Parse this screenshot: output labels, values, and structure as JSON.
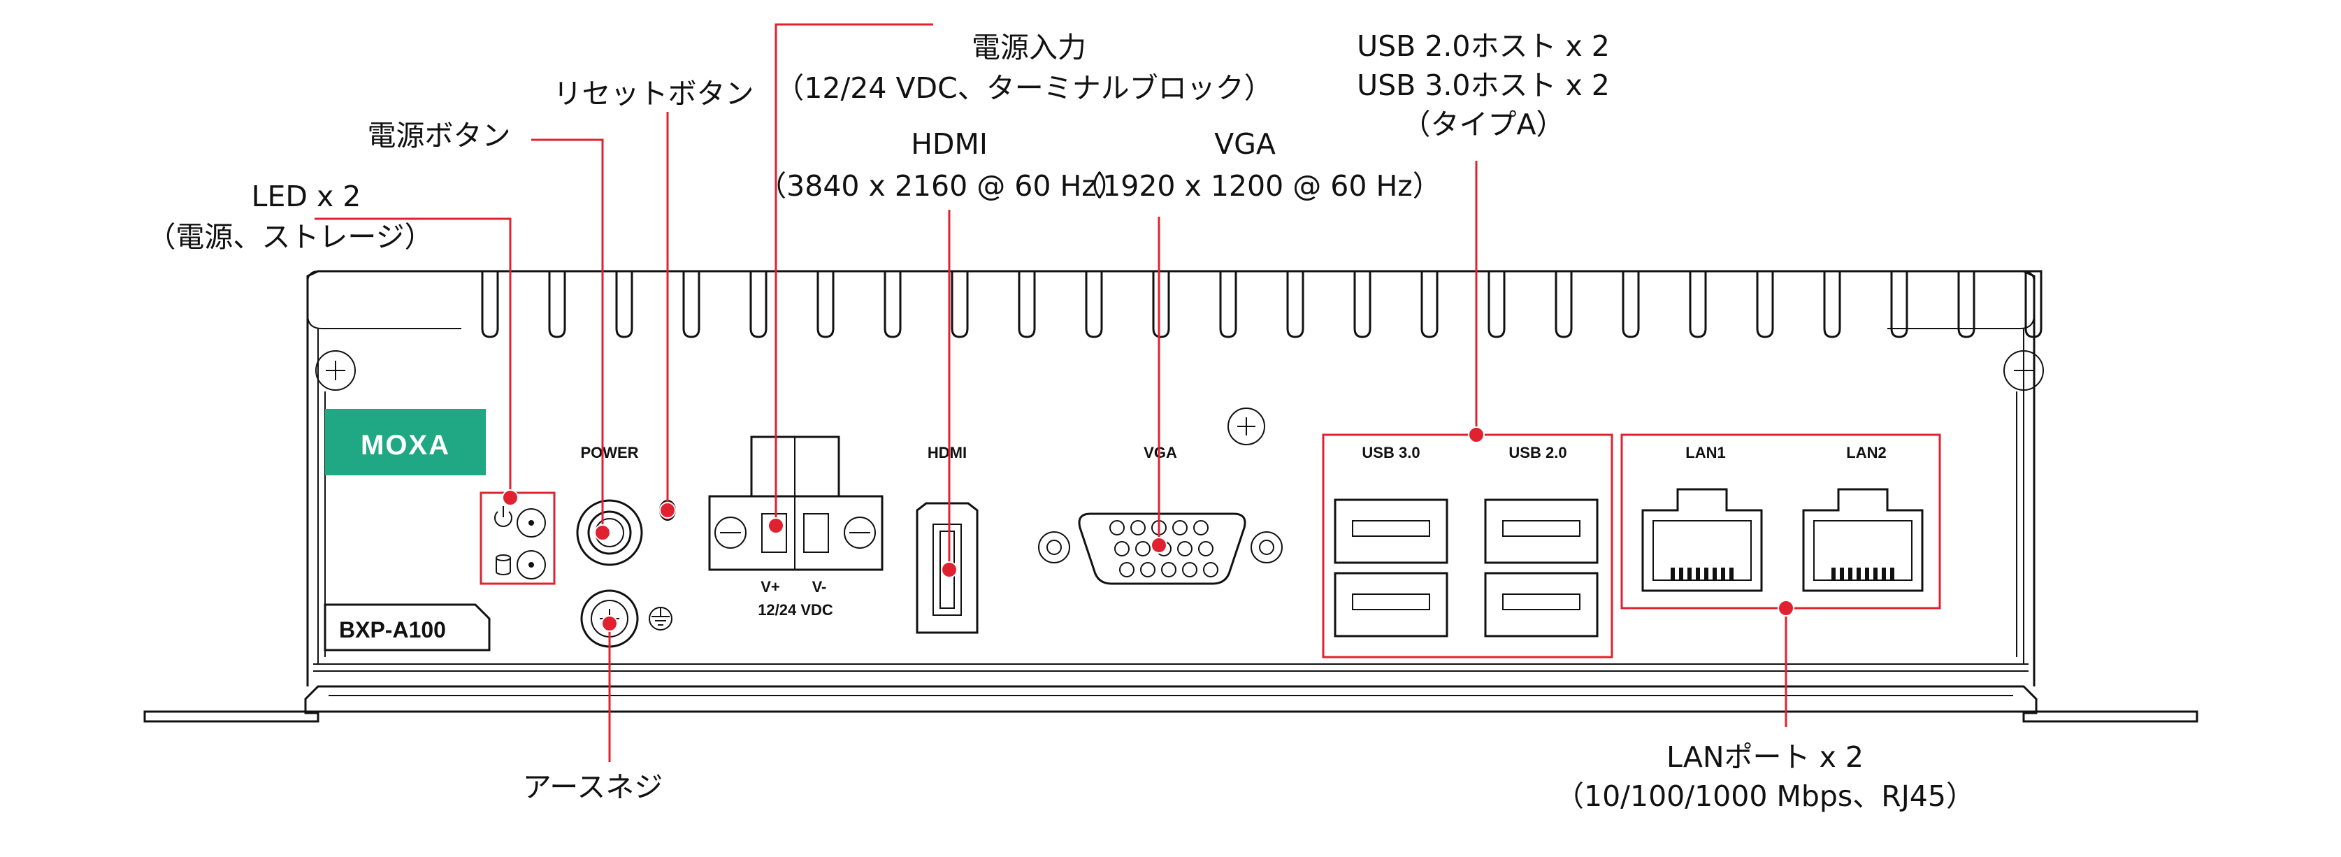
{
  "device": {
    "brand": "MOXA",
    "model": "BXP-A100",
    "brand_color": "#1fa883",
    "callout_color": "#e02230"
  },
  "panel_labels": {
    "power": "POWER",
    "power_terminal_pos": "V+",
    "power_terminal_neg": "V-",
    "power_terminal_rating": "12/24 VDC",
    "hdmi": "HDMI",
    "vga": "VGA",
    "usb30": "USB 3.0",
    "usb20": "USB 2.0",
    "lan1": "LAN1",
    "lan2": "LAN2"
  },
  "callouts": {
    "led": [
      "LED x 2",
      "（電源、ストレージ）"
    ],
    "power_button": [
      "電源ボタン"
    ],
    "reset_button": [
      "リセットボタン"
    ],
    "power_input": [
      "電源入力",
      "（12/24 VDC、ターミナルブロック）"
    ],
    "hdmi": [
      "HDMI",
      "（3840 x 2160 @ 60 Hz）"
    ],
    "vga": [
      "VGA",
      "（1920 x 1200 @ 60 Hz）"
    ],
    "usb": [
      "USB 2.0ホスト x 2",
      "USB 3.0ホスト x 2",
      "（タイプA）"
    ],
    "lan": [
      "LANポート x 2",
      "（10/100/1000 Mbps、RJ45）"
    ],
    "ground": [
      "アースネジ"
    ]
  },
  "icons": {
    "led_top": "power-symbol-icon",
    "led_bottom": "storage-cylinder-icon",
    "ground": "earth-ground-icon",
    "screws": "cross-screw-icon"
  }
}
